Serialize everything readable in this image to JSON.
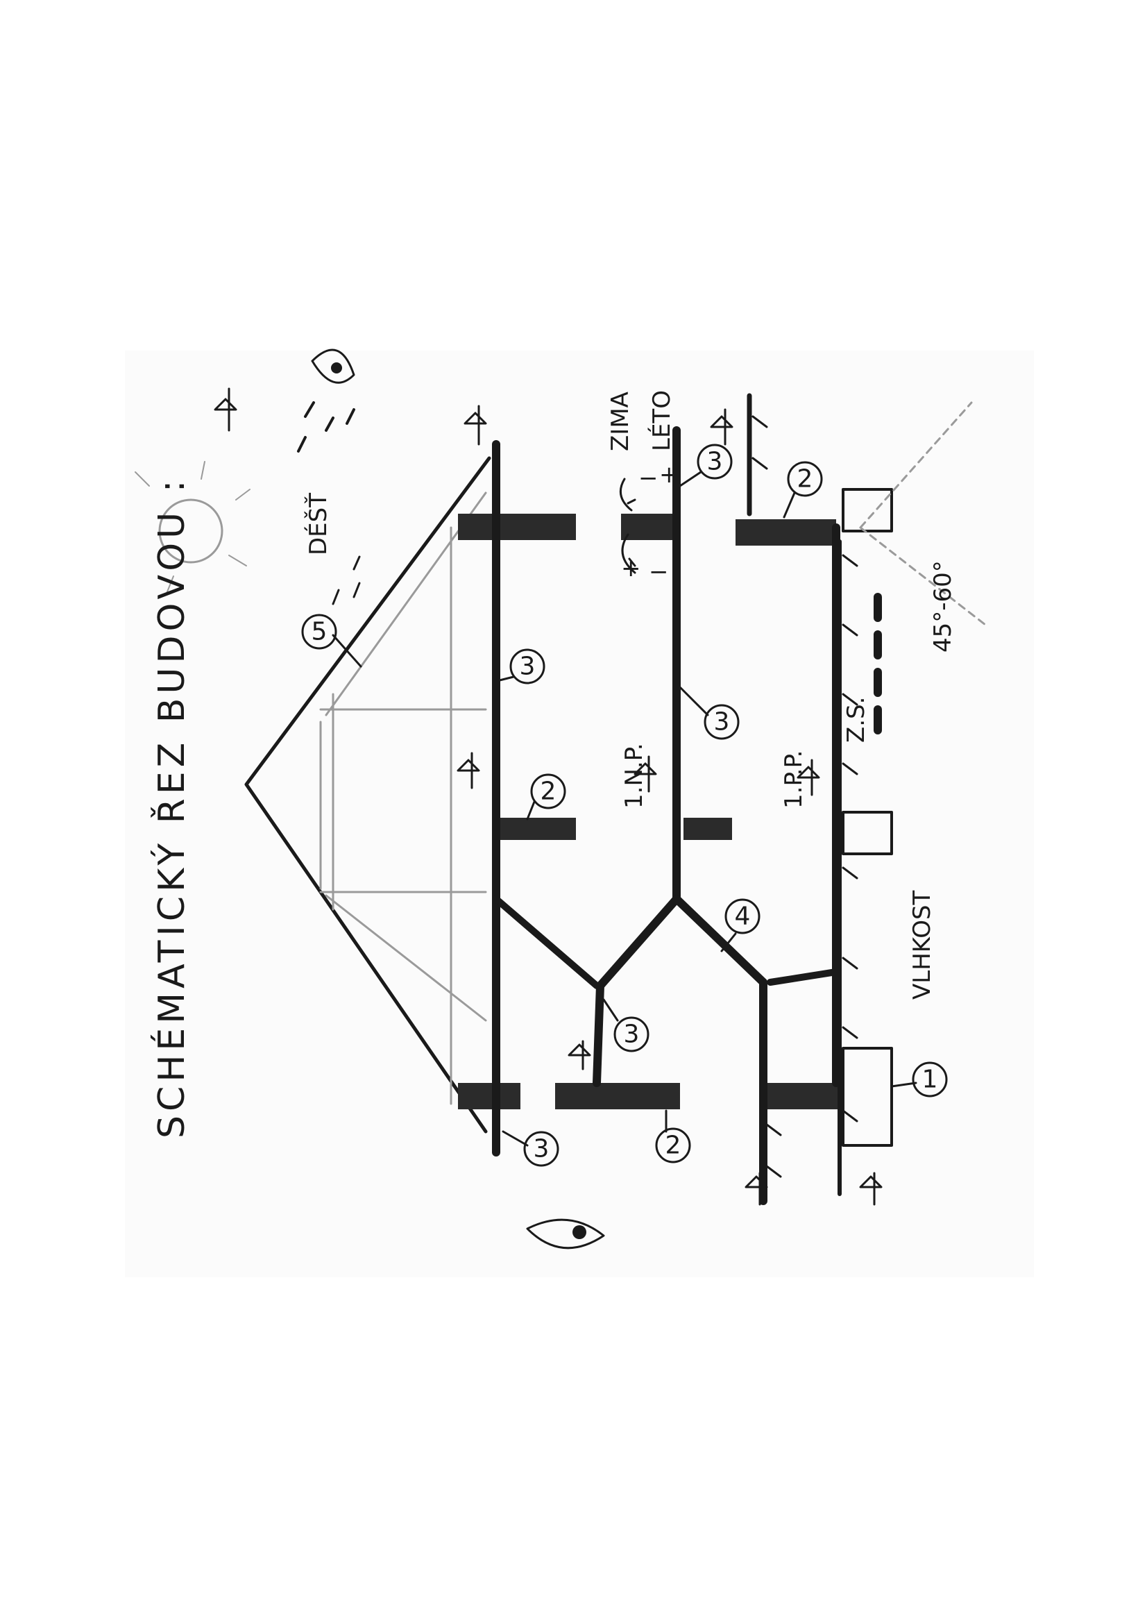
{
  "title": "SCHÉMATICKÝ ŘEZ BUDOVOU :",
  "labels": {
    "rain": "DÉŠŤ",
    "winter": "ZIMA",
    "summer": "LÉTO",
    "upper_floor": "1.N.P.",
    "lower_floor": "1.P.P.",
    "groundwater": "Z.S.",
    "angle": "45°-60°",
    "moisture": "VLHKOST",
    "minus": "−",
    "plus": "+"
  },
  "callouts": [
    "1",
    "2",
    "3",
    "4",
    "5"
  ]
}
